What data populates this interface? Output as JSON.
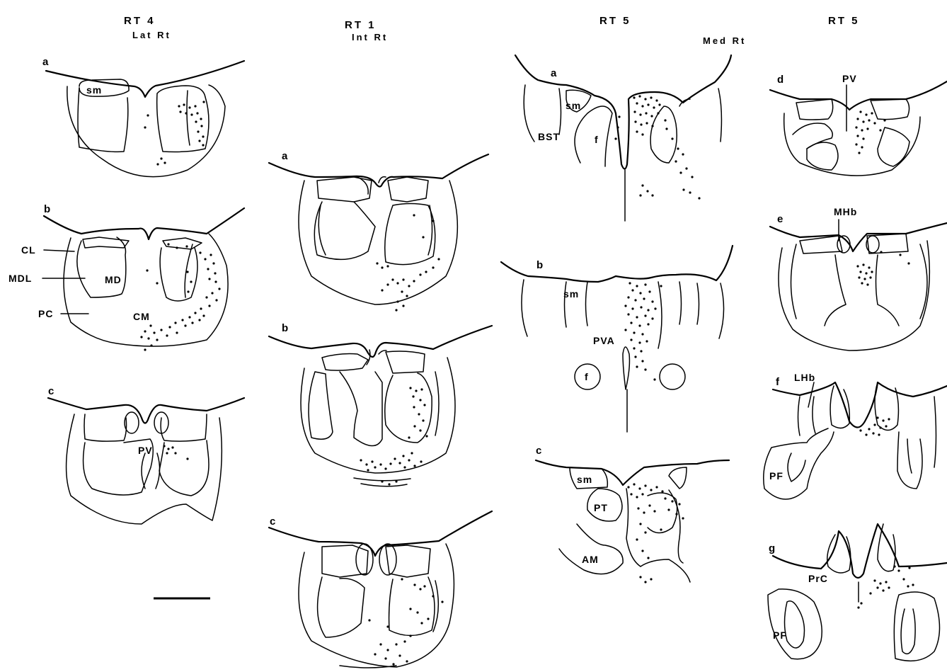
{
  "columns": [
    {
      "title": "RT 4",
      "subtitle": "Lat Rt"
    },
    {
      "title": "RT 1",
      "subtitle": "Int Rt"
    },
    {
      "title": "RT 5",
      "subtitle": "Med Rt"
    },
    {
      "title": "RT 5",
      "subtitle": ""
    }
  ],
  "panel_letters": {
    "c1": [
      "a",
      "b",
      "c"
    ],
    "c2": [
      "a",
      "b",
      "c"
    ],
    "c3": [
      "a",
      "b",
      "c"
    ],
    "c4": [
      "d",
      "e",
      "f",
      "g"
    ]
  },
  "structure_labels": {
    "sm": "sm",
    "CL": "CL",
    "MDL": "MDL",
    "MD": "MD",
    "PC": "PC",
    "CM": "CM",
    "PV": "PV",
    "BST": "BST",
    "f": "f",
    "PVA": "PVA",
    "PT": "PT",
    "AM": "AM",
    "MHb": "MHb",
    "LHb": "LHb",
    "PF": "PF",
    "PrC": "PrC"
  },
  "scale_bar": "scale bar (no printed value)"
}
